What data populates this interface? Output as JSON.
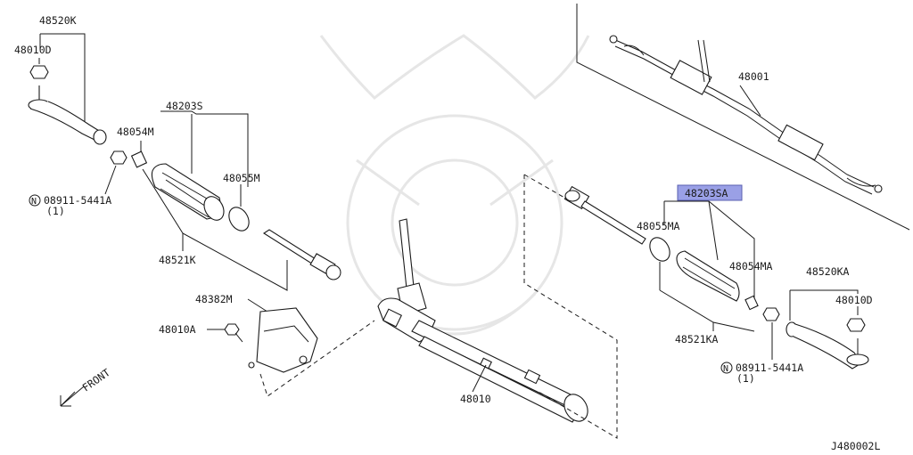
{
  "diagram_code": "J480002L",
  "direction_label": "FRONT",
  "highlight_color": "#9aa0e6",
  "callouts": {
    "tie_rod_end_left": "48520K",
    "nut_left": "48010D",
    "boot_kit_left": "48203S",
    "clamp_small_left": "48054M",
    "clamp_large_left": "48055M",
    "nut_note_left": "08911-5441A",
    "qty_left": "(1)",
    "inner_socket_left": "48521K",
    "cover": "48382M",
    "bolt": "48010A",
    "rack_assembly": "48001",
    "gear_housing": "48010",
    "boot_kit_right": "48203SA",
    "clamp_large_right": "48055MA",
    "clamp_small_right": "48054MA",
    "tie_rod_end_right": "48520KA",
    "nut_right": "48010D",
    "inner_socket_right": "48521KA",
    "nut_note_right": "08911-5441A",
    "qty_right": "(1)",
    "n_symbol": "N"
  }
}
